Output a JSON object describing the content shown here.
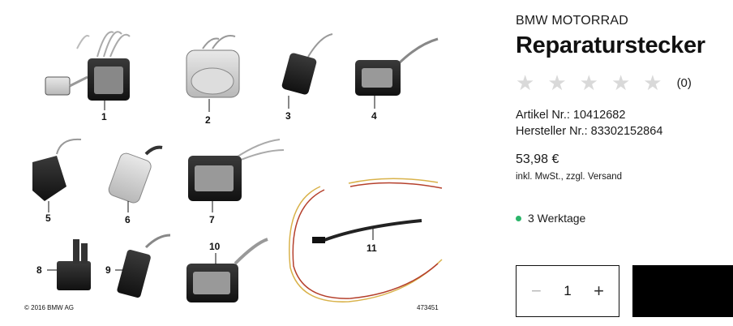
{
  "product_image": {
    "part_labels": [
      "1",
      "2",
      "3",
      "4",
      "5",
      "6",
      "7",
      "8",
      "9",
      "10",
      "11"
    ],
    "copyright": "© 2016 BMW AG",
    "image_code": "473451"
  },
  "product": {
    "brand": "BMW MOTORRAD",
    "title": "Reparaturstecker",
    "rating_count": "(0)",
    "article_label": "Artikel Nr.:",
    "article_number": "10412682",
    "manufacturer_label": "Hersteller Nr.:",
    "manufacturer_number": "83302152864",
    "price": "53,98 €",
    "tax_note": "inkl. MwSt., zzgl. Versand",
    "delivery": "3 Werktage"
  },
  "quantity": {
    "value": "1",
    "minus": "−",
    "plus": "+"
  },
  "colors": {
    "stock_green": "#2bb56a",
    "star_empty": "#d9d9d9",
    "cart_bg": "#000000"
  }
}
